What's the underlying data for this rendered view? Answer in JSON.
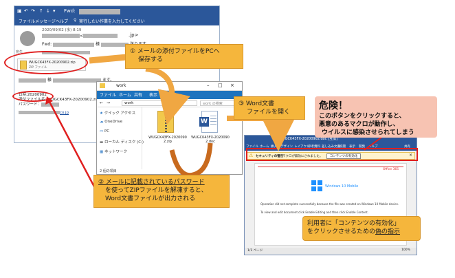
{
  "outlook": {
    "title_prefix": "Fwd:",
    "menu": [
      "ファイル",
      "メッセージ",
      "ヘルプ"
    ],
    "search_hint": "実行したい作業を入力してください",
    "date": "2020/09/02 (水) 8:19",
    "sender_suffix": ".jp>",
    "subject_prefix": "Fwd:",
    "subject_suffix": "様",
    "subject_tail": "送ります。",
    "to_label": "宛先",
    "attachment_name": "WUGCK43FX-20200902.zip",
    "attachment_type": "ZIP ファイル",
    "body_suffix": "様",
    "body_tail": "ます。",
    "date_line": "日時:20200902",
    "file_line": "添付ファイル名: WUGCK43FX-20200902.zip",
    "password_label": "パスワード：",
    "link_suffix": "co.jp"
  },
  "explorer": {
    "path_title": "work",
    "tabs": [
      "ファイル",
      "ホーム",
      "共有",
      "表示"
    ],
    "address": "work",
    "search_placeholder": "work の検索",
    "nav_items": [
      "クイック アクセス",
      "OneDrive",
      "PC",
      "ローカル ディスク (C:)",
      "ネットワーク"
    ],
    "files": [
      {
        "name": "WUGCK43FX-20200902.zip",
        "icon": "zip-folder-icon"
      },
      {
        "name": "WUGCK43FX-20200902.doc",
        "icon": "word-document-icon"
      }
    ],
    "status": "2 個の項目"
  },
  "word": {
    "title": "WUGCK43FX-20200902.doc [互換]",
    "ribbon": [
      "ファイル",
      "ホーム",
      "挿入",
      "デザイン",
      "レイアウト",
      "参考資料",
      "差し込み文書",
      "校閲",
      "表示",
      "開発",
      "ヘルプ",
      "共有"
    ],
    "warning_label": "セキュリティの警告",
    "warning_text": "マクロが無効にされました。",
    "enable_button": "コンテンツの有効化",
    "office_label": "Office 365",
    "windows_label": "Windows 10 Mobile",
    "message_1": "Operation did not complete successfully because the file was created on Windows 10 Mobile device.",
    "message_2": "To view and edit document click Enable Editing and then click Enable Content.",
    "status_page": "1/1 ページ",
    "status_zoom": "100%"
  },
  "callouts": {
    "step1_line1": "① メールの添付ファイルをPCへ",
    "step1_line2": "保存する",
    "step2_line1": "② メールに記載されているパスワード",
    "step2_line2": "を使ってZIPファイルを解凍すると、",
    "step2_line3": "Word文書ファイルが出力される",
    "step3_line1": "③ Word文書",
    "step3_line2": "ファイルを開く",
    "danger_title": "危険！",
    "danger_line1": "このボタンをクリックすると、",
    "danger_line2": "悪意のあるマクロが動作し、",
    "danger_line3": "ウイルスに感染させられてしまう",
    "note_line1": "利用者に「コンテンツの有効化」",
    "note_line2_a": "をクリックさせるための",
    "note_line2_b": "偽の指示"
  },
  "colors": {
    "office_blue": "#2b579a",
    "explorer_blue": "#1e73be",
    "callout_orange": "#f5b63c",
    "danger_pink": "#f7c3b2",
    "alert_red": "#e02020"
  }
}
